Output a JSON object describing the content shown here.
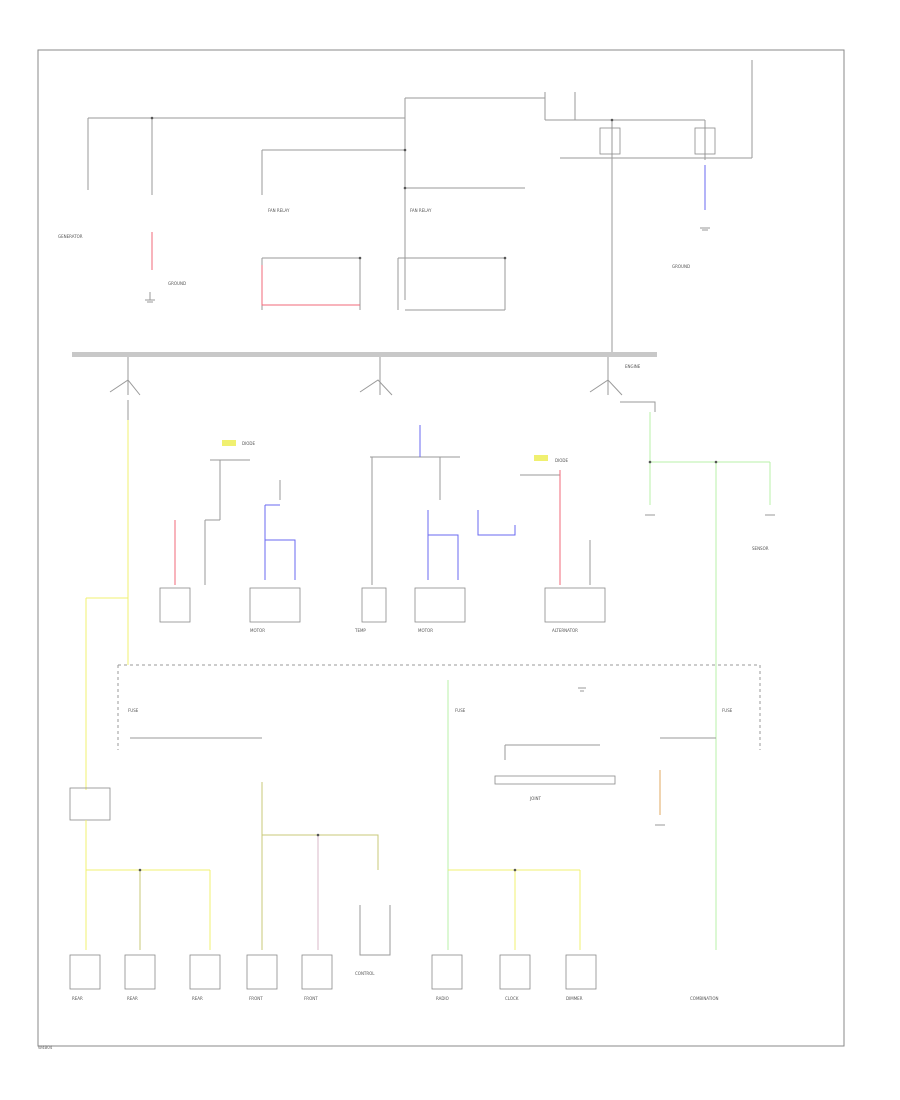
{
  "diagram": {
    "footer_code": "W4B04",
    "colors": {
      "line": "#9a9a9a",
      "red": "#f06a7a",
      "blue": "#6a6af0",
      "yellow": "#f0f070",
      "green": "#b8f0a8",
      "olive": "#c8c878",
      "pink": "#d8b8c8",
      "orange": "#e0a860"
    },
    "labels": {
      "generator": "GENERATOR",
      "ground_top": "GROUND",
      "fan_relay_1": "FAN RELAY",
      "fan_relay_2": "FAN RELAY",
      "ground_mid": "GROUND",
      "diode_yellow": "DIODE",
      "diode_green": "DIODE",
      "engine_block": "ENGINE",
      "coolant_temp": "TEMP",
      "motor_left": "MOTOR",
      "motor_right": "MOTOR",
      "alternator": "ALTERNATOR",
      "sensor": "SENSOR",
      "fuse_1": "FUSE",
      "fuse_2": "FUSE",
      "fuse_3": "FUSE",
      "joint_conn": "JOINT",
      "bottom_1": "REAR",
      "bottom_2": "REAR",
      "bottom_3": "REAR",
      "bottom_4": "FRONT",
      "bottom_5": "FRONT",
      "bottom_6": "CONTROL",
      "bottom_7": "RADIO",
      "bottom_8": "CLOCK",
      "bottom_9": "DIMMER",
      "bottom_10": "COMBINATION"
    }
  }
}
